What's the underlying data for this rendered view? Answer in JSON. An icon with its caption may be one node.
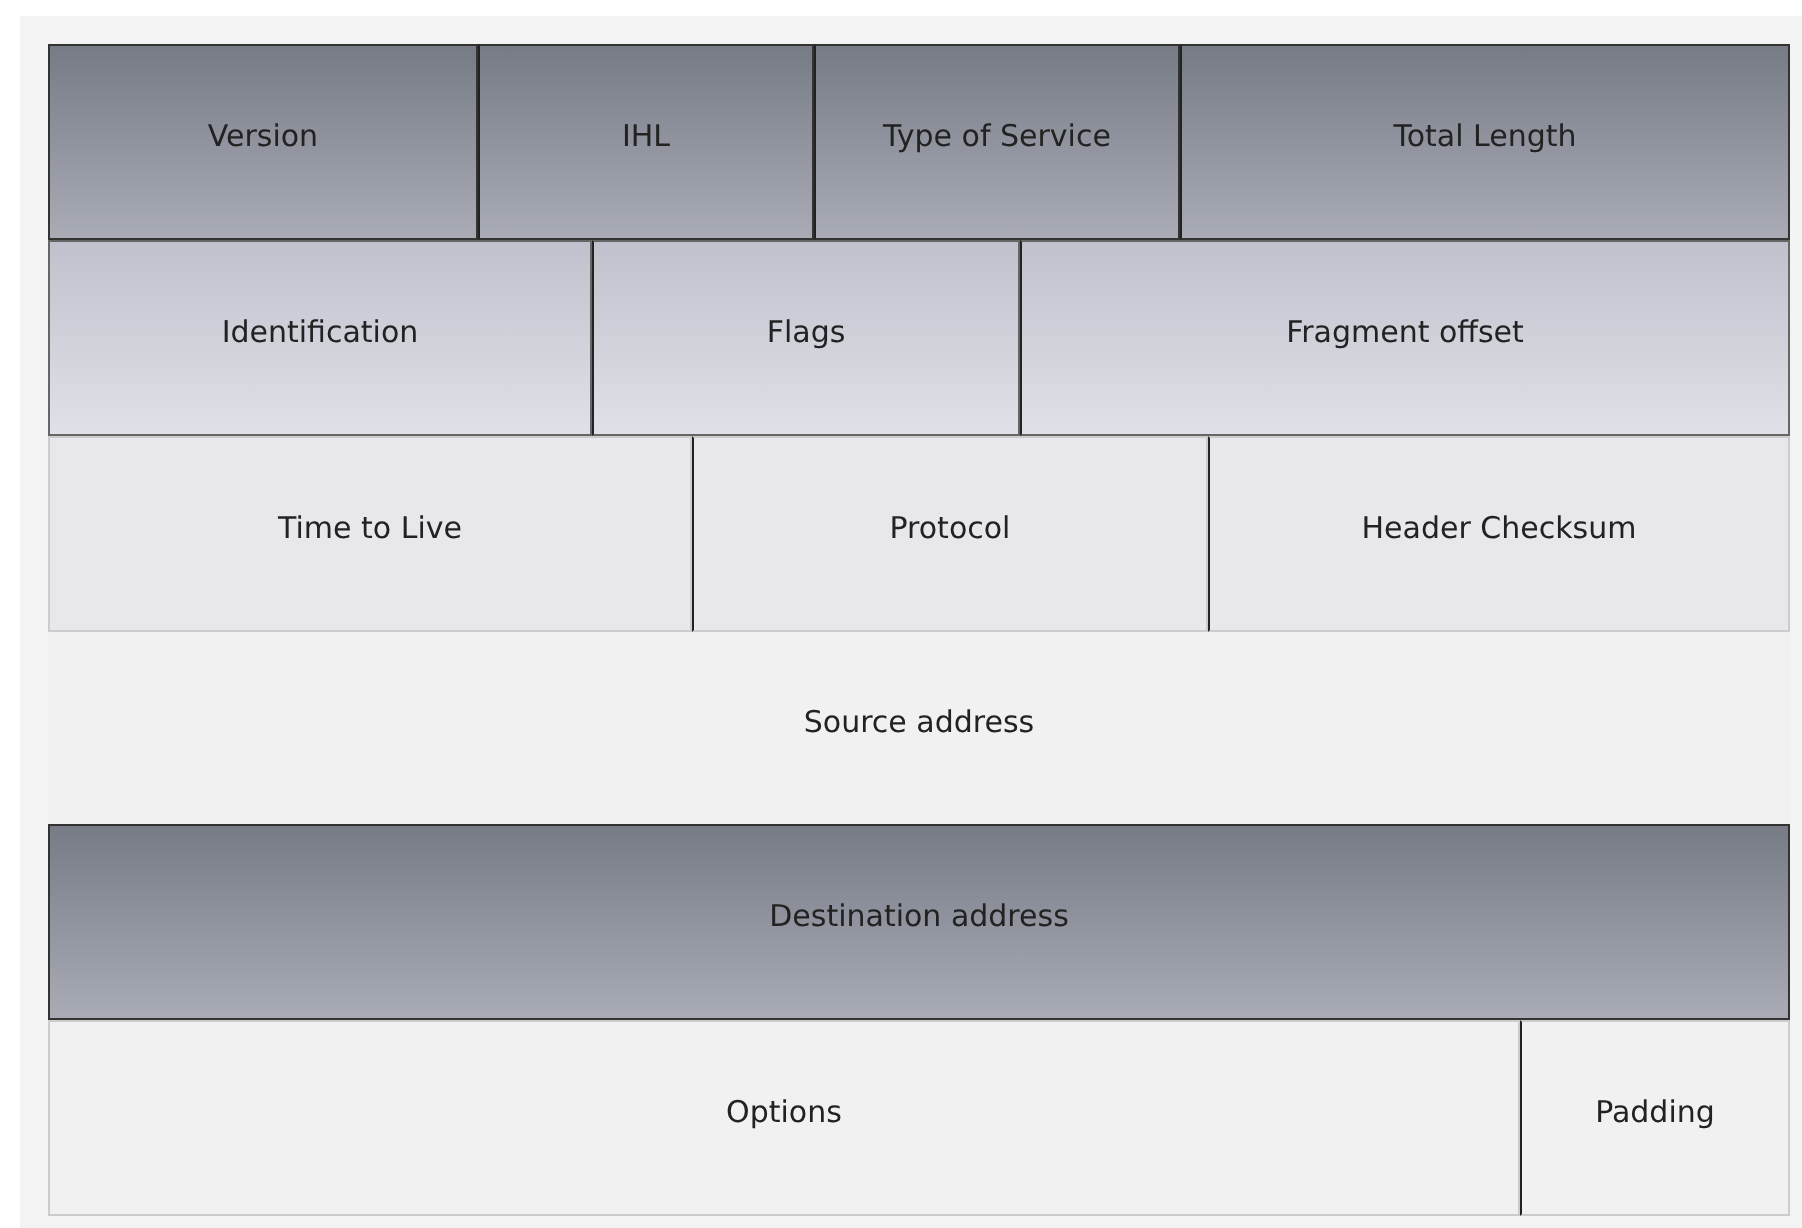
{
  "diagram": {
    "nodes": [
      {
        "text": [
          "Version"
        ]
      },
      {
        "text": [
          "IHL"
        ]
      },
      {
        "text": [
          "Type of Service"
        ]
      },
      {
        "text": [
          "Total Length"
        ]
      },
      {
        "text": [
          "Identification"
        ]
      },
      {
        "text": [
          "Flags"
        ]
      },
      {
        "text": [
          "Fragment offset"
        ]
      },
      {
        "text": [
          "Time to Live"
        ]
      },
      {
        "text": [
          "Protocol"
        ]
      },
      {
        "text": [
          "Header Checksum"
        ]
      },
      {
        "text": [
          "Source address"
        ]
      },
      {
        "text": [
          "Destination address"
        ]
      },
      {
        "text": [
          "Options"
        ]
      },
      {
        "text": [
          "Padding"
        ]
      }
    ]
  }
}
